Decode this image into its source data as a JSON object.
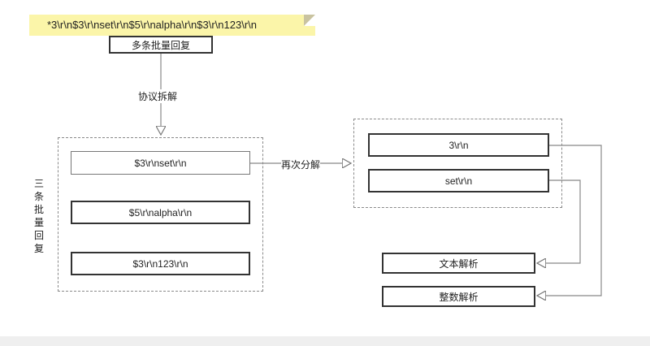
{
  "note": {
    "text": "*3\\r\\n$3\\r\\nset\\r\\n$5\\r\\nalpha\\r\\n$3\\r\\n123\\r\\n"
  },
  "top_box": {
    "label": "多条批量回复"
  },
  "edge_protocol_split": {
    "label": "协议拆解"
  },
  "group_left": {
    "vertical_label": "三条批量回复",
    "items": [
      "$3\\r\\nset\\r\\n",
      "$5\\r\\nalpha\\r\\n",
      "$3\\r\\n123\\r\\n"
    ]
  },
  "edge_resplit": {
    "label": "再次分解"
  },
  "group_right": {
    "items": [
      "3\\r\\n",
      "set\\r\\n"
    ]
  },
  "text_parse": {
    "label": "文本解析"
  },
  "int_parse": {
    "label": "整数解析"
  },
  "colors": {
    "note_bg": "#fbf5a9",
    "line": "#888888",
    "box_border": "#333333"
  }
}
